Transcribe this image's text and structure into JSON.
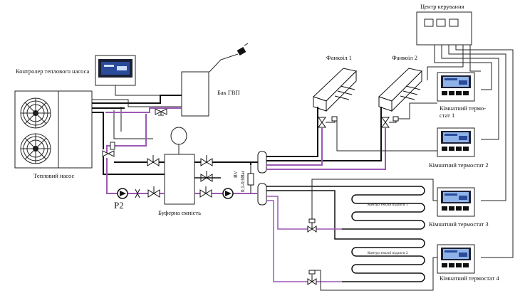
{
  "labels": {
    "control_center": "Центр керування",
    "hp_controller": "Контролер теплового насоса",
    "dhw_tank": "Бак ГВП",
    "fancoil_1": "Фанкоіл 1",
    "fancoil_2": "Фанкоіл 2",
    "thermostat_1_line1": "Кімнатний термо-",
    "thermostat_1_line2": "стат 1",
    "thermostat_2": "Кімнатний термостат 2",
    "thermostat_3": "Кімнатний термостат 3",
    "thermostat_4": "Кімнатний термостат 4",
    "heat_pump": "Тепловий насос",
    "buffer_tank": "Буферна ємність",
    "pump_p2": "P2",
    "bypass_valve_line1": "BV",
    "bypass_valve_line2": "0,1-0,6Bar",
    "floor_circuit_1": "Контур теплої підлоги 1",
    "floor_circuit_2": "Контур теплої підлоги 2"
  },
  "colors": {
    "pipe_black": "#111111",
    "pipe_violet": "#9b59b6",
    "wire": "#222222",
    "display_blue": "#2a4a9a"
  }
}
